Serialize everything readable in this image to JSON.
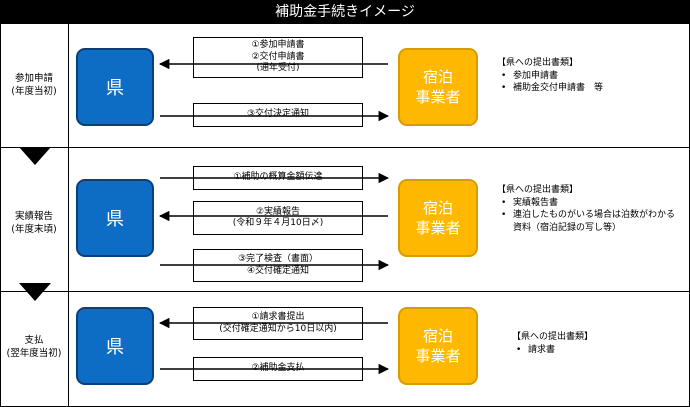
{
  "title": "補助金手続きイメージ",
  "pref_label": "県",
  "business_label": [
    "宿泊",
    "事業者"
  ],
  "sections": [
    {
      "phase": [
        "参加申請",
        "(年度当初)"
      ],
      "messages": [
        {
          "direction": "to-pref",
          "lines": [
            "①参加申請書",
            "②交付申請書",
            "(通年受付)"
          ]
        },
        {
          "direction": "to-business",
          "lines": [
            "③交付決定通知"
          ]
        }
      ],
      "documents": {
        "heading": "【県への提出書類】",
        "items": [
          "参加申請書",
          "補助金交付申請書　等"
        ]
      }
    },
    {
      "phase": [
        "実績報告",
        "(年度末頃)"
      ],
      "messages": [
        {
          "direction": "to-business",
          "lines": [
            "①補助の概算金額伝達"
          ]
        },
        {
          "direction": "to-pref",
          "lines": [
            "②実績報告",
            "(令和９年４月10日〆)"
          ]
        },
        {
          "direction": "to-business",
          "lines": [
            "③完了検査（書面）",
            "④交付確定通知"
          ]
        }
      ],
      "documents": {
        "heading": "【県への提出書類】",
        "items": [
          "実績報告書",
          "連泊したものがいる場合は泊数がわかる資料（宿泊記録の写し等）"
        ]
      }
    },
    {
      "phase": [
        "支払",
        "(翌年度当初)"
      ],
      "messages": [
        {
          "direction": "to-pref",
          "lines": [
            "①請求書提出",
            "(交付確定通知から10日以内)"
          ]
        },
        {
          "direction": "to-business",
          "lines": [
            "②補助金支払"
          ]
        }
      ],
      "documents": {
        "heading": "【県への提出書類】",
        "items": [
          "請求書"
        ]
      }
    }
  ]
}
